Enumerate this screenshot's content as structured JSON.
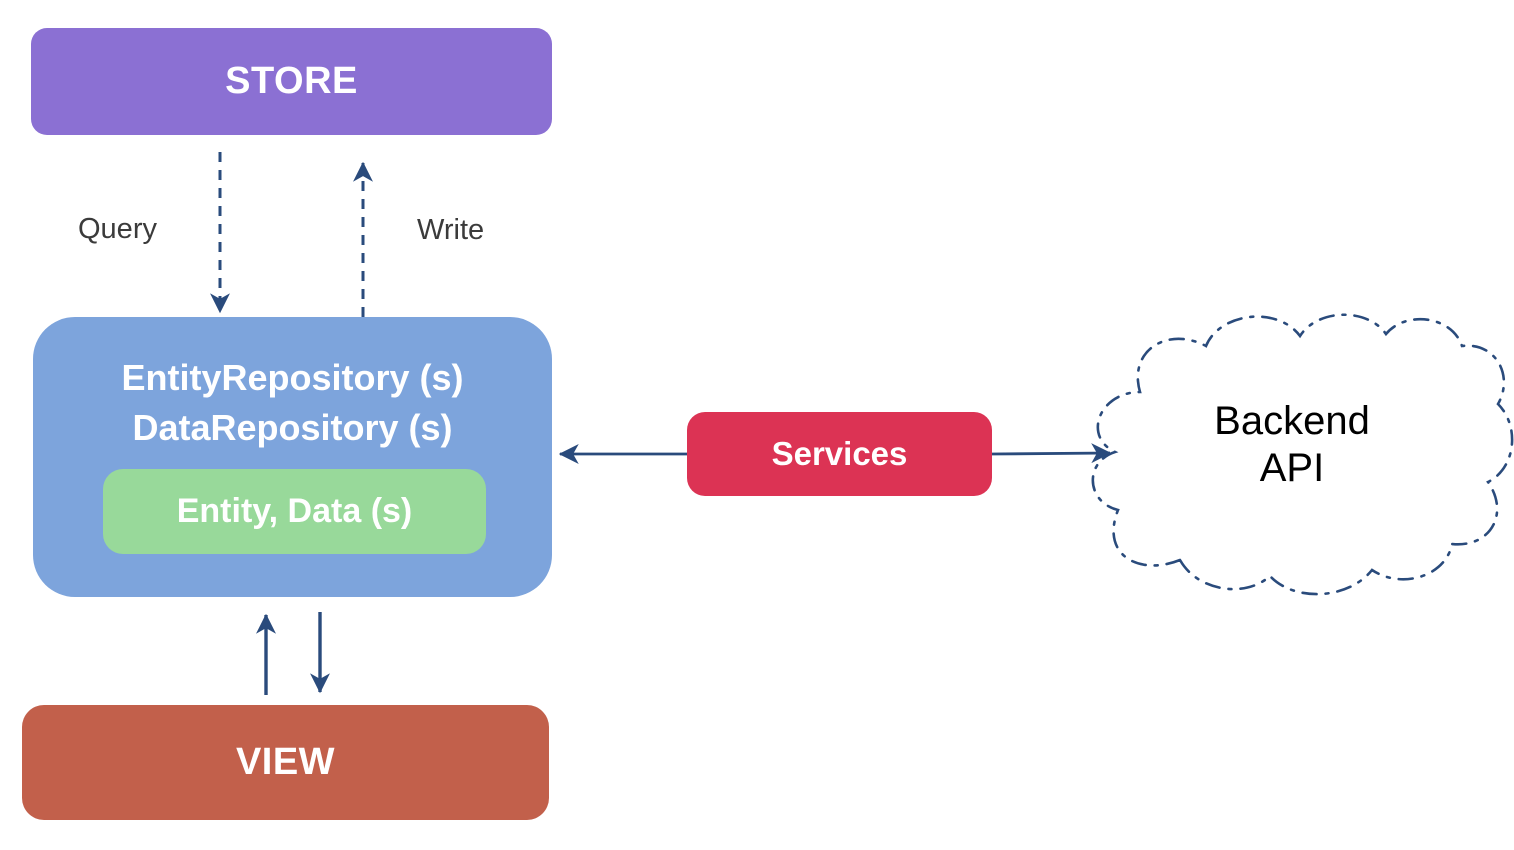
{
  "diagram_title": "Repository pattern architecture diagram",
  "background": "#ffffff",
  "arrow_color": "#2A4B7C",
  "nodes": {
    "store": {
      "label": "STORE",
      "fill": "#8B70D3",
      "text_color": "#ffffff"
    },
    "repository": {
      "line1": "EntityRepository (s)",
      "line2": "DataRepository (s)",
      "fill": "#7DA4DC",
      "text_color": "#ffffff"
    },
    "entity": {
      "label": "Entity, Data (s)",
      "fill": "#98D99A",
      "text_color": "#ffffff"
    },
    "services": {
      "label": "Services",
      "fill": "#DC3354",
      "text_color": "#ffffff"
    },
    "view": {
      "label": "VIEW",
      "fill": "#C2604B",
      "text_color": "#ffffff"
    },
    "backend": {
      "line1": "Backend",
      "line2": "API",
      "text_color": "#000000",
      "border_color": "#2A4B7C",
      "border_style": "dash-dot"
    }
  },
  "edges": {
    "query": {
      "label": "Query",
      "style": "dashed",
      "from": "STORE",
      "to": "Repository"
    },
    "write": {
      "label": "Write",
      "style": "dashed",
      "from": "Repository",
      "to": "STORE"
    },
    "services_to_repository": {
      "label": "",
      "style": "solid",
      "from": "Services",
      "to": "Repository"
    },
    "services_to_backend": {
      "label": "",
      "style": "solid",
      "from": "Services",
      "to": "Backend API"
    },
    "view_to_repository": {
      "label": "",
      "style": "solid",
      "from": "VIEW",
      "to": "Repository"
    },
    "repository_to_view": {
      "label": "",
      "style": "solid",
      "from": "Repository",
      "to": "VIEW"
    }
  },
  "label_text_color": "#3B3B3B"
}
